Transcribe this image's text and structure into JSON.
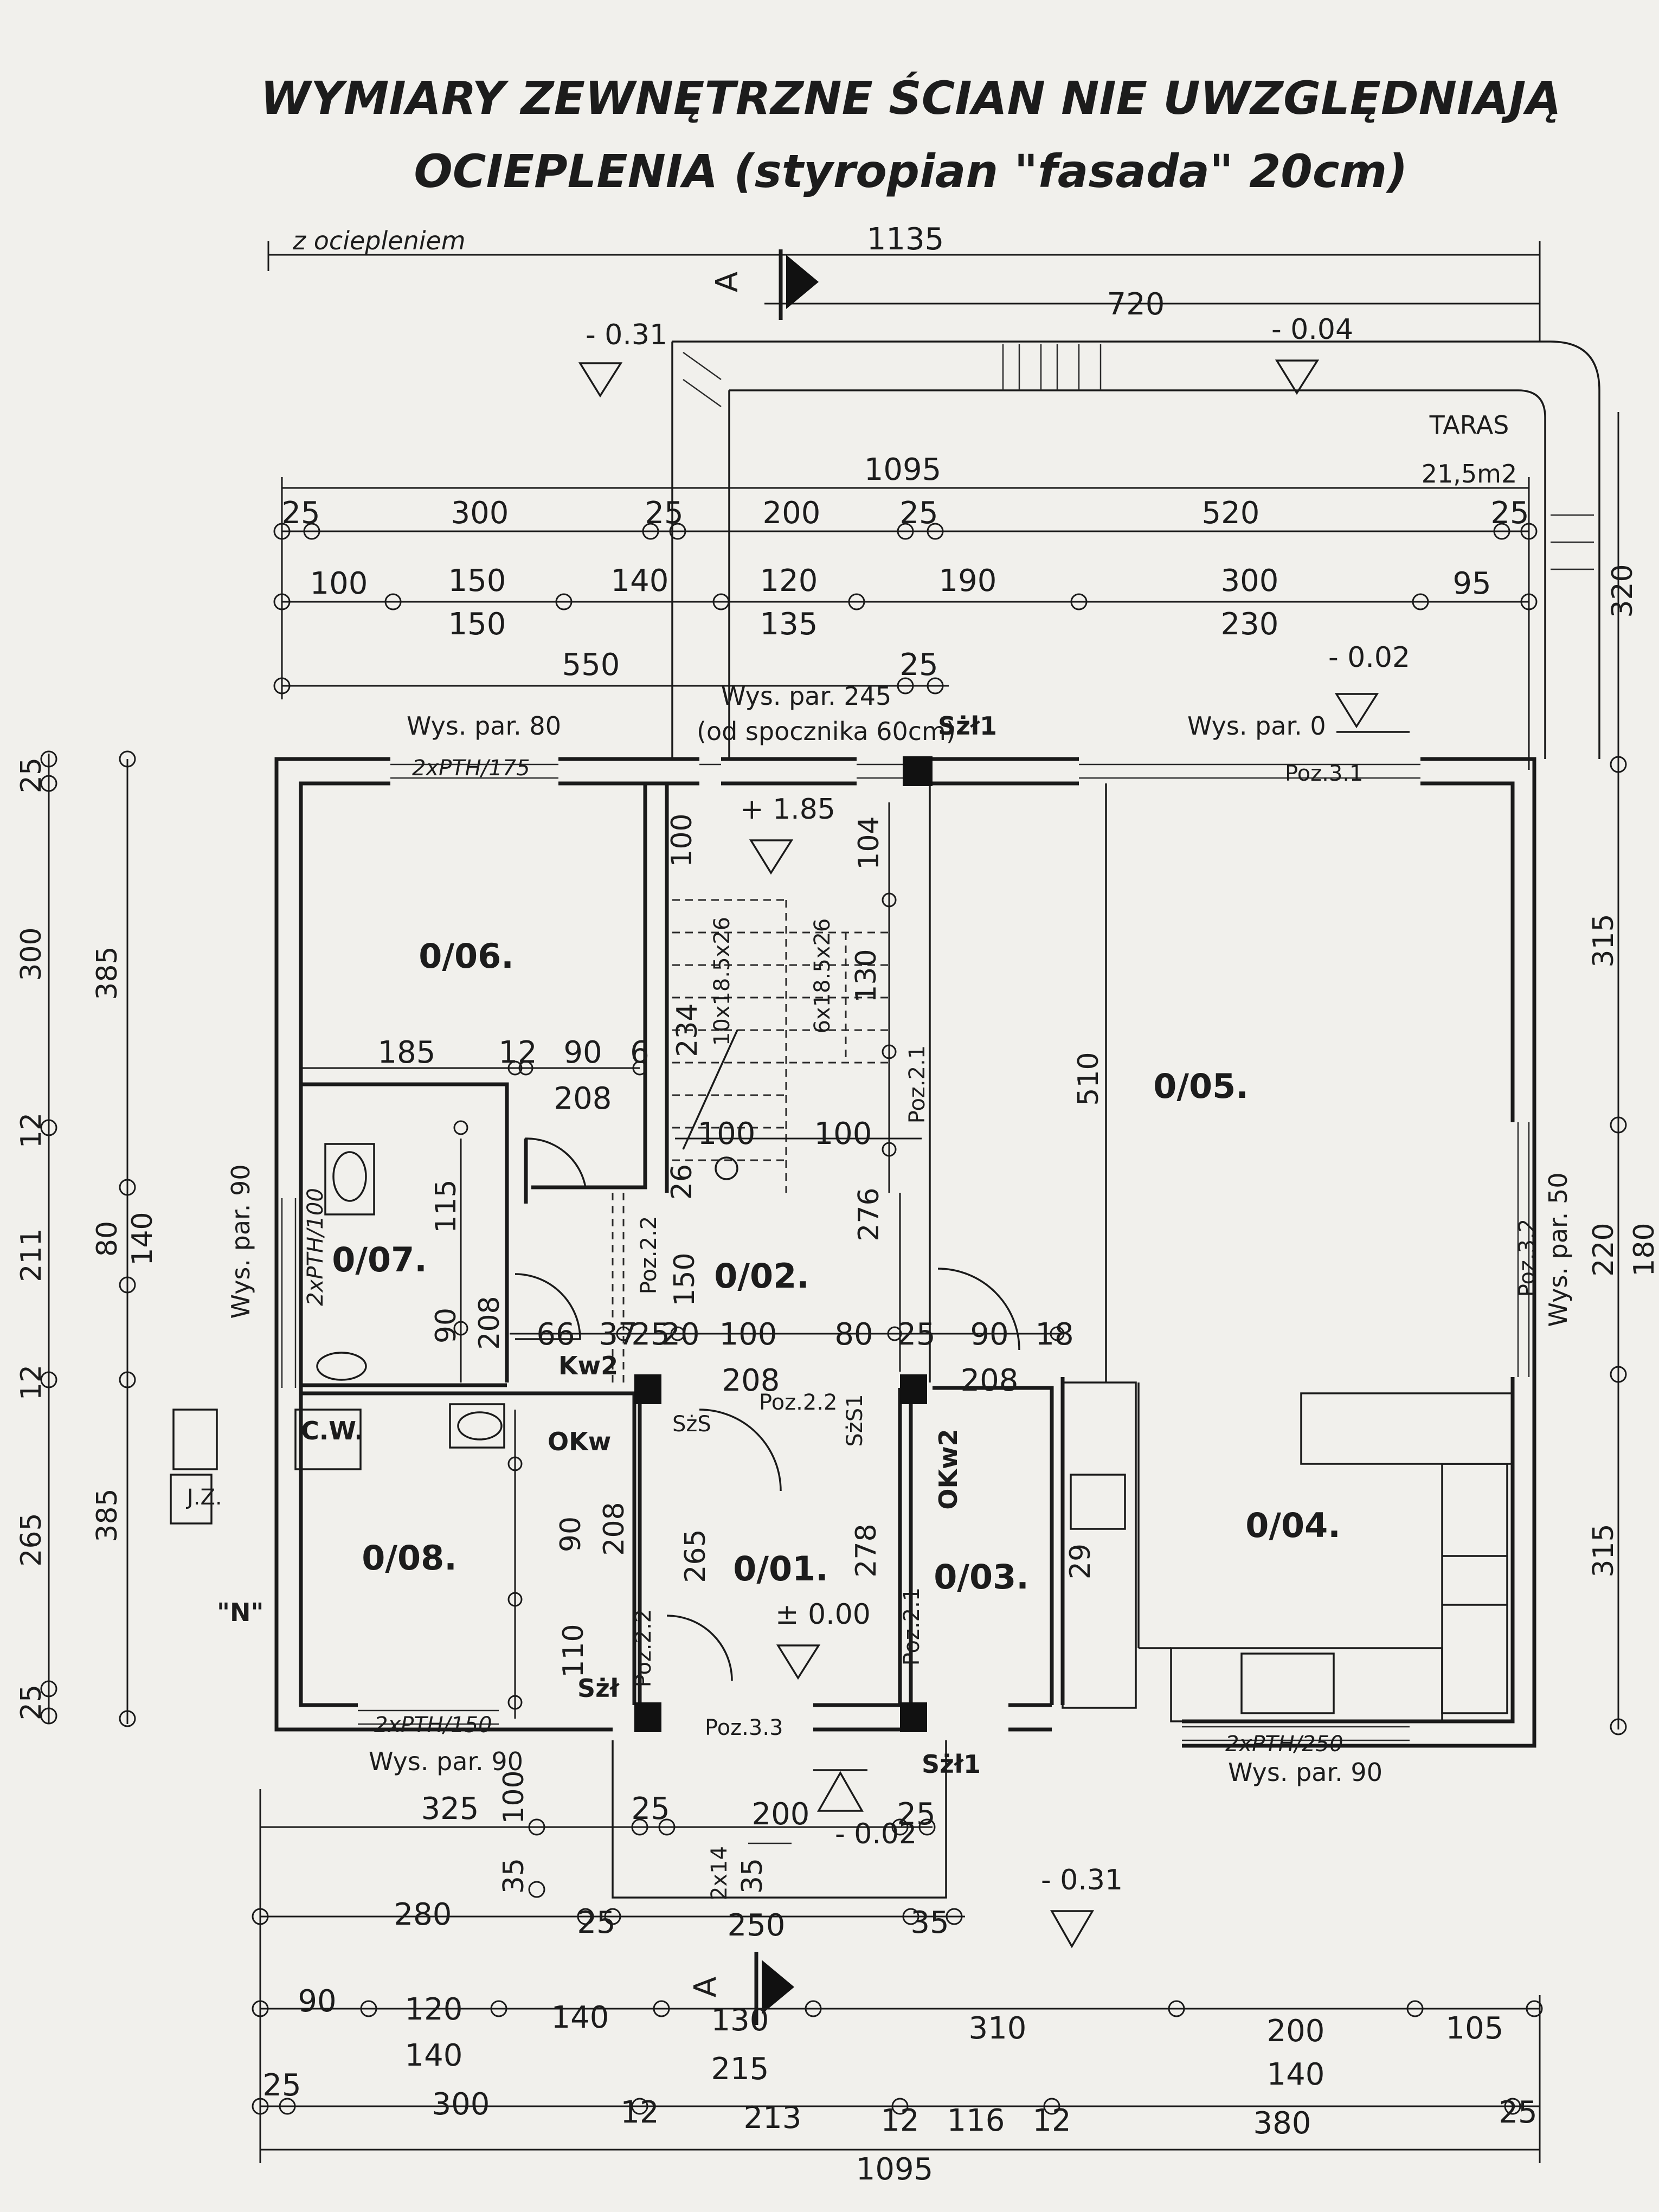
{
  "title": {
    "line1": "WYMIARY ZEWNĘTRZNE ŚCIAN NIE UWZGLĘDNIAJĄ",
    "line2": "OCIEPLENIA (styropian \"fasada\" 20cm)"
  },
  "top_dims": {
    "z_ociepleniem": "z ociepleniem",
    "total": "1135",
    "terrace_len": "720",
    "overall": "1095",
    "row1": [
      "25",
      "300",
      "25",
      "200",
      "25",
      "520",
      "25"
    ],
    "row2": [
      "100",
      "150",
      "140",
      "120",
      "190",
      "300",
      "95"
    ],
    "row3": [
      "150",
      "135",
      "230"
    ],
    "row4_left": "550",
    "row4_mid": "25"
  },
  "levels": {
    "top_left": "- 0.31",
    "top_right": "- 0.04",
    "terrace": "- 0.02",
    "stairs": "+ 1.85",
    "hall": "± 0.00",
    "entrance": "- 0.02",
    "bottom_right": "- 0.31"
  },
  "terrace": {
    "name": "TARAS",
    "area": "21,5m2",
    "dim_320": "320"
  },
  "section_marks": {
    "top": "A",
    "bottom": "A"
  },
  "rooms": {
    "r0_06": "0/06.",
    "r0_07": "0/07.",
    "r0_08": "0/08.",
    "r0_02": "0/02.",
    "r0_01": "0/01.",
    "r0_03": "0/03.",
    "r0_05": "0/05.",
    "r0_04": "0/04."
  },
  "annotations": {
    "wys_par_80": "Wys. par. 80",
    "wys_par_245": "Wys. par. 245",
    "od_spocznika": "(od spocznika 60cm)",
    "wys_par_0": "Wys. par. 0",
    "wys_par_90_left": "Wys. par. 90",
    "wys_par_50": "Wys. par. 50",
    "wys_par_90_bottom_left": "Wys. par. 90",
    "wys_par_90_bottom_right": "Wys. par. 90",
    "szt1_top": "Sżł1",
    "szt1_mid": "Sżł",
    "szt1_bottom": "Sżł1",
    "szs": "SżS",
    "szs1": "SżS1",
    "poz_3_1": "Poz.3.1",
    "poz_3_2": "Poz.3.2",
    "poz_3_3": "Poz.3.3",
    "poz_2_1_top": "Poz.2.1",
    "poz_2_1_bottom": "Poz.2.1",
    "poz_2_2_a": "Poz.2.2",
    "poz_2_2_b": "Poz.2.2",
    "poz_2_2_c": "Poz.2.2",
    "pth_175": "2xPTH/175",
    "pth_100": "2xPTH/100",
    "pth_150": "2xPTH/150",
    "pth_250": "2xPTH/250",
    "pth_14": "2x14",
    "kw2": "Kw2",
    "okw": "OKw",
    "okw2": "OKw2",
    "cw": "C.W.",
    "jz": "J.Z.",
    "n": "\"N\""
  },
  "stairs": {
    "s1": "10x18.5x26",
    "s2": "6x18.5x26",
    "s3": "130",
    "s4": "234"
  },
  "interior_dims": {
    "d185": "185",
    "d12": "12",
    "d90a": "90",
    "d6": "6",
    "d208a": "208",
    "d100a": "100",
    "d104": "104",
    "d100b": "100",
    "d100c": "100",
    "d26": "26",
    "d276": "276",
    "d510": "510",
    "d115": "115",
    "d90b": "90",
    "d208b": "208",
    "d66": "66",
    "d37": "37",
    "d25a": "25",
    "d20": "20",
    "d100d": "100",
    "d80": "80",
    "d25b": "25",
    "d90c": "90",
    "d18": "18",
    "d208c": "208",
    "d208d": "208",
    "d150": "150",
    "d90d": "90",
    "d208e": "208",
    "d265": "265",
    "d278": "278",
    "d110": "110",
    "d29": "29"
  },
  "left_dims": {
    "outer": [
      "25",
      "300",
      "12",
      "211",
      "12",
      "265",
      "25"
    ],
    "inner": [
      "385",
      "80",
      "140",
      "385"
    ]
  },
  "right_dims": [
    "315",
    "220",
    "180",
    "315"
  ],
  "bottom_dims": {
    "row_a": [
      "325",
      "100",
      "25",
      "200",
      "25"
    ],
    "row_a_small": [
      "35",
      "35"
    ],
    "row_b": [
      "280",
      "25",
      "250",
      "35"
    ],
    "row_c": [
      "90",
      "120",
      "140",
      "130",
      "310",
      "200",
      "105"
    ],
    "row_c2": [
      "140",
      "215",
      "140"
    ],
    "row_d": [
      "25",
      "300",
      "12",
      "213",
      "12",
      "116",
      "12",
      "380",
      "25"
    ],
    "total": "1095"
  }
}
